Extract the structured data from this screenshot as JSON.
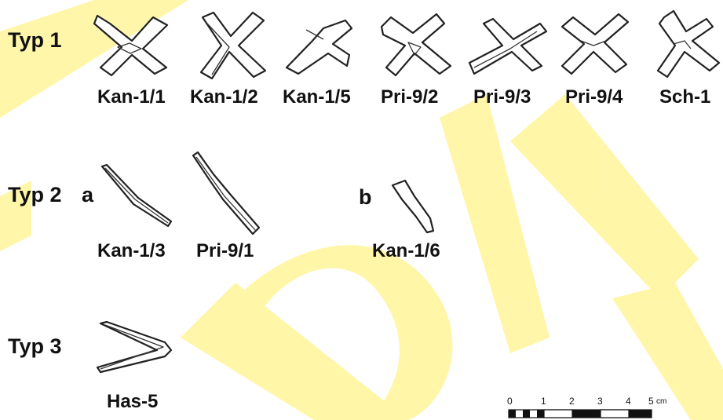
{
  "types": {
    "typ1": "Typ 1",
    "typ2": "Typ 2",
    "typ2a": "a",
    "typ2b": "b",
    "typ3": "Typ 3"
  },
  "captions": {
    "typ1": [
      "Kan-1/1",
      "Kan-1/2",
      "Kan-1/5",
      "Pri-9/2",
      "Pri-9/3",
      "Pri-9/4",
      "Sch-1"
    ],
    "typ2a": [
      "Kan-1/3",
      "Pri-9/1"
    ],
    "typ2b": [
      "Kan-1/6"
    ],
    "typ3": [
      "Has-5"
    ]
  },
  "scale": {
    "ticks": [
      "0",
      "1",
      "2",
      "3",
      "4",
      "5"
    ],
    "unit": "cm"
  },
  "colors": {
    "watermark": "#fff200",
    "ink": "#111111"
  }
}
